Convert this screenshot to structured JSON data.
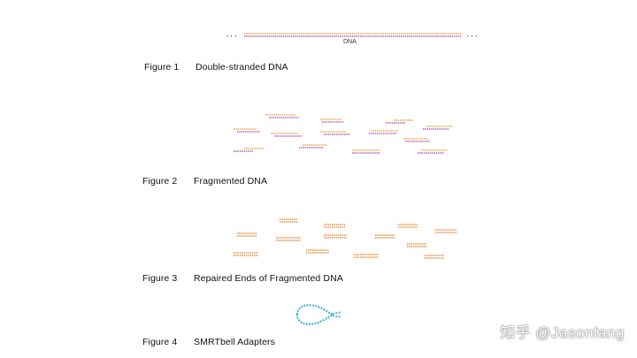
{
  "figure1": {
    "number": "Figure 1",
    "title": "Double-stranded DNA",
    "molecule_label": "DNA",
    "ellipsis": "···"
  },
  "figure2": {
    "number": "Figure 2",
    "title": "Fragmented DNA"
  },
  "figure3": {
    "number": "Figure 3",
    "title": "Repaired Ends of Fragmented DNA"
  },
  "figure4": {
    "number": "Figure 4",
    "title": "SMRTbell Adapters"
  },
  "watermark": "知乎 @Jasonfang",
  "colors": {
    "strand_top": "#e8a64a",
    "strand_bottom": "#b55bb0",
    "repaired": "#e58b3c",
    "adapter": "#45b3d6"
  }
}
